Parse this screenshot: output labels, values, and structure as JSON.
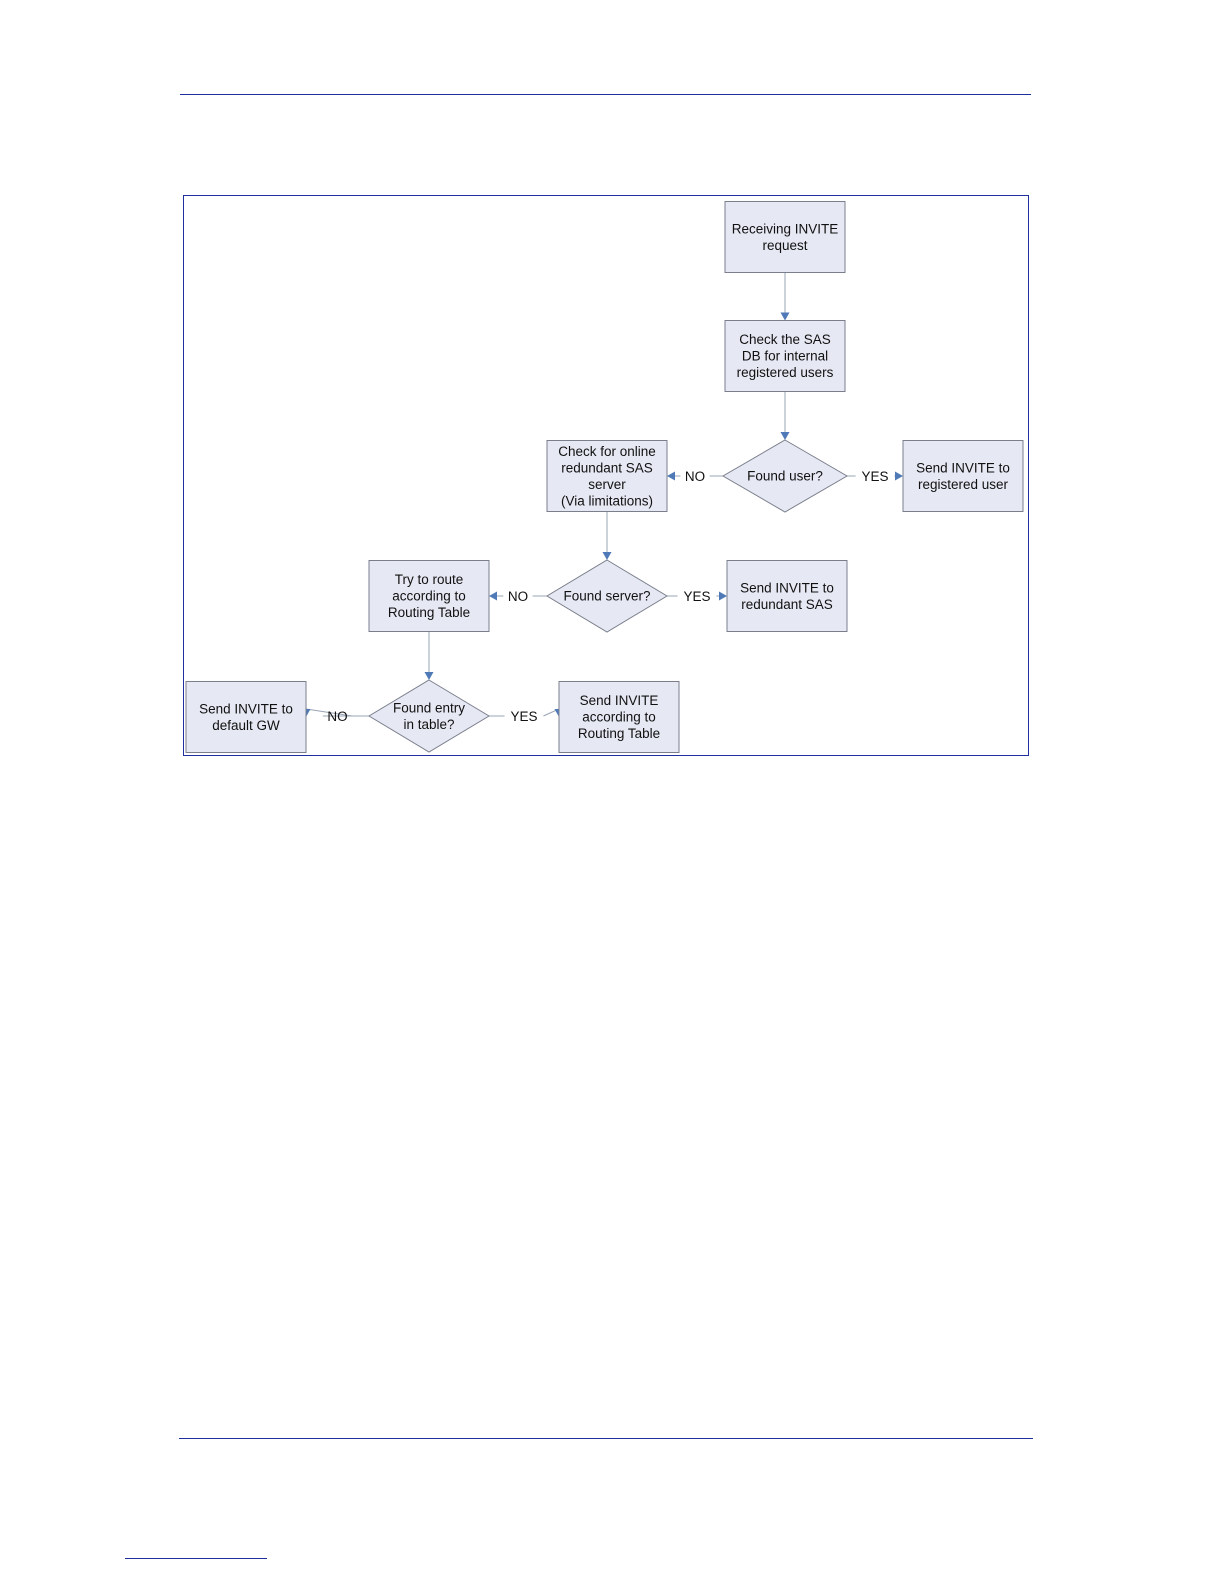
{
  "nodes": [
    {
      "id": "receive",
      "shape": "box",
      "lines": [
        "Receiving INVITE",
        "request"
      ]
    },
    {
      "id": "checkdb",
      "shape": "box",
      "lines": [
        "Check the SAS",
        "DB for internal",
        "registered users"
      ]
    },
    {
      "id": "founduser",
      "shape": "diamond",
      "lines": [
        "Found user?"
      ]
    },
    {
      "id": "sendreg",
      "shape": "box",
      "lines": [
        "Send INVITE to",
        "registered user"
      ]
    },
    {
      "id": "checkonline",
      "shape": "box",
      "lines": [
        "Check for online",
        "redundant SAS",
        "server",
        "(Via limitations)"
      ]
    },
    {
      "id": "foundserver",
      "shape": "diamond",
      "lines": [
        "Found server?"
      ]
    },
    {
      "id": "sendred",
      "shape": "box",
      "lines": [
        "Send INVITE to",
        "redundant SAS"
      ]
    },
    {
      "id": "tryroute",
      "shape": "box",
      "lines": [
        "Try to route",
        "according to",
        "Routing Table"
      ]
    },
    {
      "id": "foundentry",
      "shape": "diamond",
      "lines": [
        "Found entry",
        "in table?"
      ]
    },
    {
      "id": "sendrt",
      "shape": "box",
      "lines": [
        "Send INVITE",
        "according to",
        "Routing Table"
      ]
    },
    {
      "id": "senddef",
      "shape": "box",
      "lines": [
        "Send INVITE to",
        "default GW"
      ]
    }
  ],
  "edges": [
    {
      "from": "receive",
      "to": "checkdb",
      "label": ""
    },
    {
      "from": "checkdb",
      "to": "founduser",
      "label": ""
    },
    {
      "from": "founduser",
      "to": "sendreg",
      "label": "YES"
    },
    {
      "from": "founduser",
      "to": "checkonline",
      "label": "NO"
    },
    {
      "from": "checkonline",
      "to": "foundserver",
      "label": ""
    },
    {
      "from": "foundserver",
      "to": "sendred",
      "label": "YES"
    },
    {
      "from": "foundserver",
      "to": "tryroute",
      "label": "NO"
    },
    {
      "from": "tryroute",
      "to": "foundentry",
      "label": ""
    },
    {
      "from": "foundentry",
      "to": "sendrt",
      "label": "YES"
    },
    {
      "from": "foundentry",
      "to": "senddef",
      "label": "NO"
    }
  ],
  "colors": {
    "node_fill": "#e6e9f4",
    "node_stroke": "#7b7f8c",
    "arrow": "#4f79b7",
    "rule": "#1f2f9e"
  }
}
